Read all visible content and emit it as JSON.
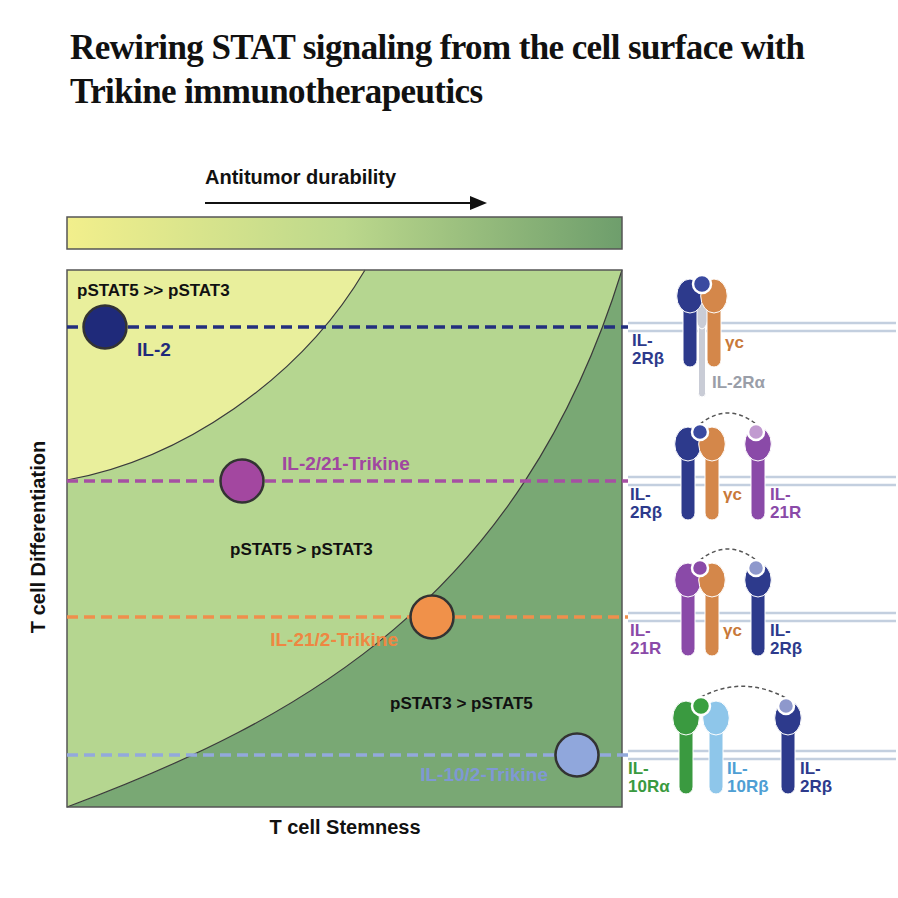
{
  "diagram": {
    "title": "Rewiring STAT signaling from the cell surface with Trikine immunotherapeutics",
    "nodes": [
      {
        "text": [
          "pSTAT5 >> pSTAT3"
        ]
      },
      {
        "text": [
          "pSTAT5 > pSTAT3"
        ]
      },
      {
        "text": [
          "pSTAT3 > pSTAT5"
        ]
      },
      {
        "text": [
          "IL-2"
        ],
        "in": 0
      },
      {
        "text": [
          "IL-2/21-Trikine"
        ],
        "in": 1
      },
      {
        "text": [
          "IL-21/2-Trikine"
        ],
        "in": 2
      },
      {
        "text": [
          "IL-10/2-Trikine"
        ],
        "in": 2
      },
      {
        "text": [
          "IL- 2Rβ",
          "γc",
          "IL-2Rα"
        ]
      },
      {
        "text": [
          "IL- 2Rβ",
          "γc",
          "IL- 21R"
        ]
      },
      {
        "text": [
          "IL- 21R",
          "γc",
          "IL- 2Rβ"
        ]
      },
      {
        "text": [
          "IL- 10Rα",
          "IL- 10Rβ",
          "IL- 2Rβ"
        ]
      }
    ],
    "edges": [
      {
        "from": 3,
        "to": 7,
        "arrow": "none"
      },
      {
        "from": 4,
        "to": 8,
        "arrow": "none"
      },
      {
        "from": 5,
        "to": 9,
        "arrow": "none"
      },
      {
        "from": 6,
        "to": 10,
        "arrow": "none"
      }
    ],
    "labels": [
      "Antitumor durability",
      "T cell Differentiation",
      "T cell Stemness"
    ]
  }
}
